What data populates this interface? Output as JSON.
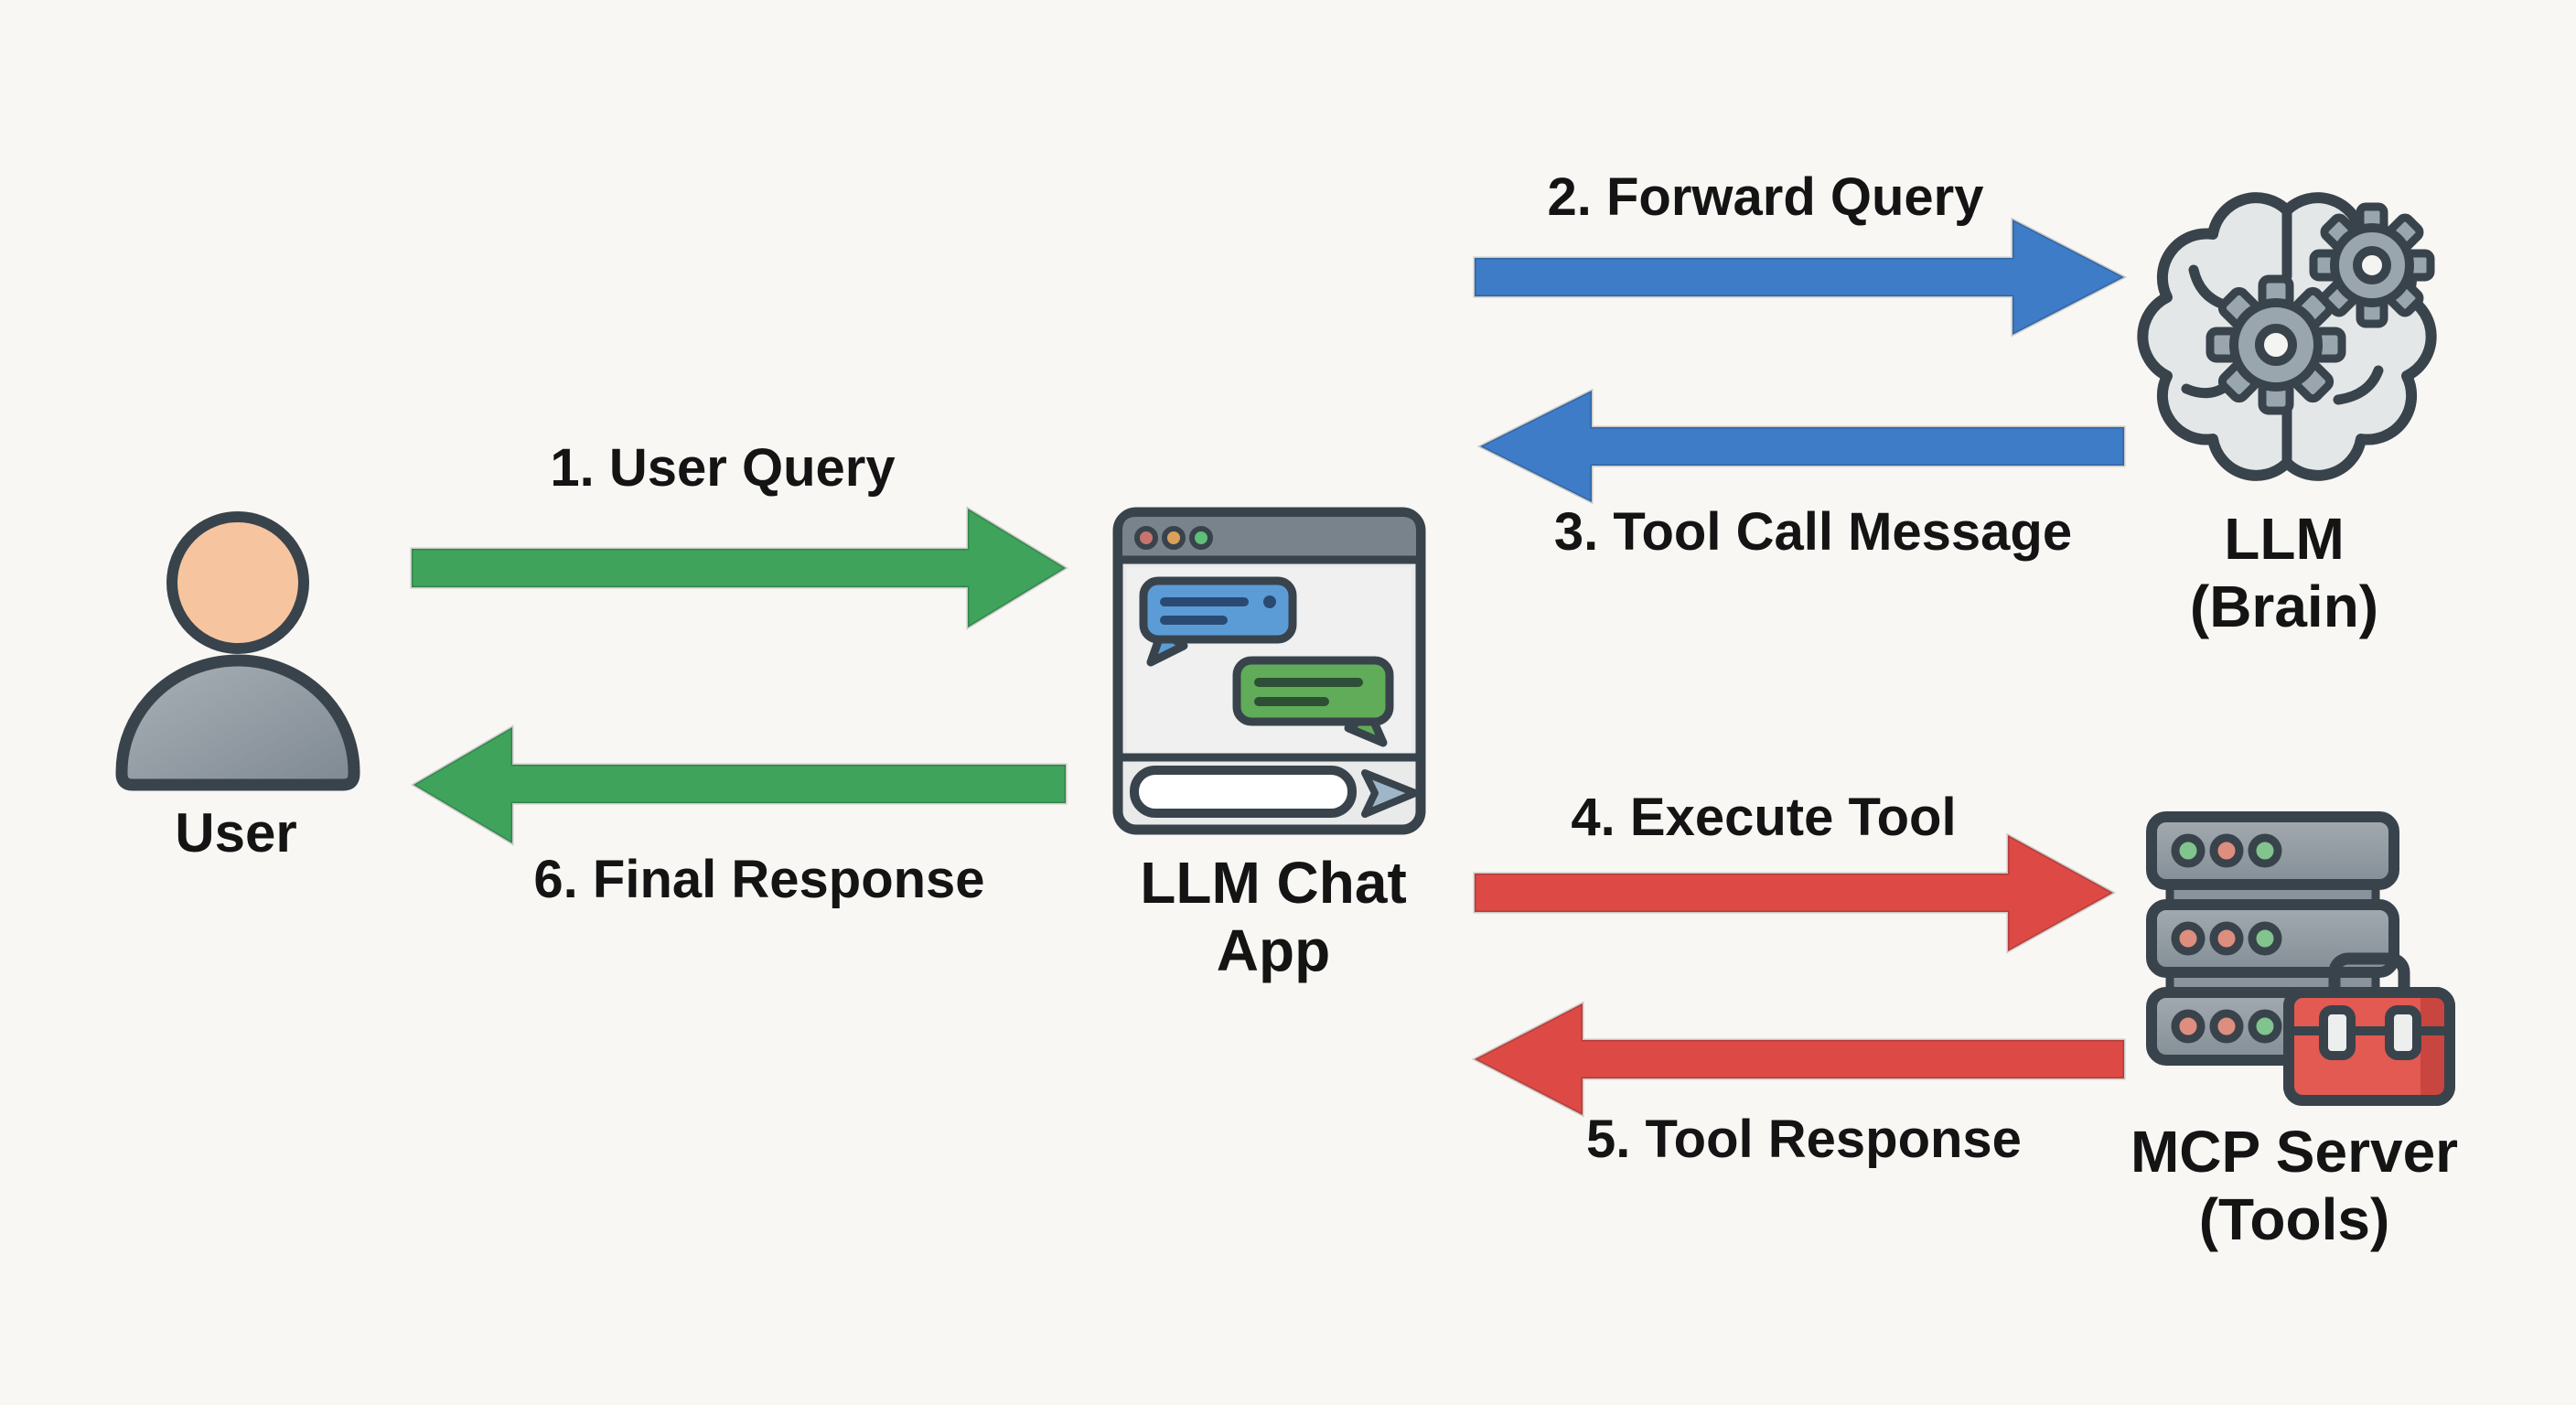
{
  "diagram": {
    "background_color": "#F8F7F4",
    "outline_color": "#39434C",
    "nodes": {
      "user": {
        "label": "User",
        "icon": "person-icon"
      },
      "chat_app": {
        "lines": [
          "LLM Chat",
          "App"
        ],
        "icon": "chat-window-icon"
      },
      "llm": {
        "lines": [
          "LLM",
          "(Brain)"
        ],
        "icon": "brain-gears-icon"
      },
      "mcp_server": {
        "lines": [
          "MCP Server",
          "(Tools)"
        ],
        "icon": "server-toolbox-icon"
      }
    },
    "flows": [
      {
        "step": "1. User Query",
        "from": "user",
        "to": "chat_app",
        "direction": "right",
        "color": "#3FA35C"
      },
      {
        "step": "2. Forward Query",
        "from": "chat_app",
        "to": "llm",
        "direction": "right",
        "color": "#3E7CC7"
      },
      {
        "step": "3. Tool Call Message",
        "from": "llm",
        "to": "chat_app",
        "direction": "left",
        "color": "#3E7CC7"
      },
      {
        "step": "4. Execute Tool",
        "from": "chat_app",
        "to": "mcp_server",
        "direction": "right",
        "color": "#DD4A45"
      },
      {
        "step": "5. Tool Response",
        "from": "mcp_server",
        "to": "chat_app",
        "direction": "left",
        "color": "#DD4A45"
      },
      {
        "step": "6. Final Response",
        "from": "chat_app",
        "to": "user",
        "direction": "left",
        "color": "#3FA35C"
      }
    ],
    "accent_colors": {
      "green_arrow": "#3FA35C",
      "blue_arrow": "#3E7CC7",
      "red_arrow": "#DD4A45",
      "dark_outline": "#39434C",
      "skin": "#F6C49E",
      "toolbox_red": "#E25A52"
    }
  }
}
